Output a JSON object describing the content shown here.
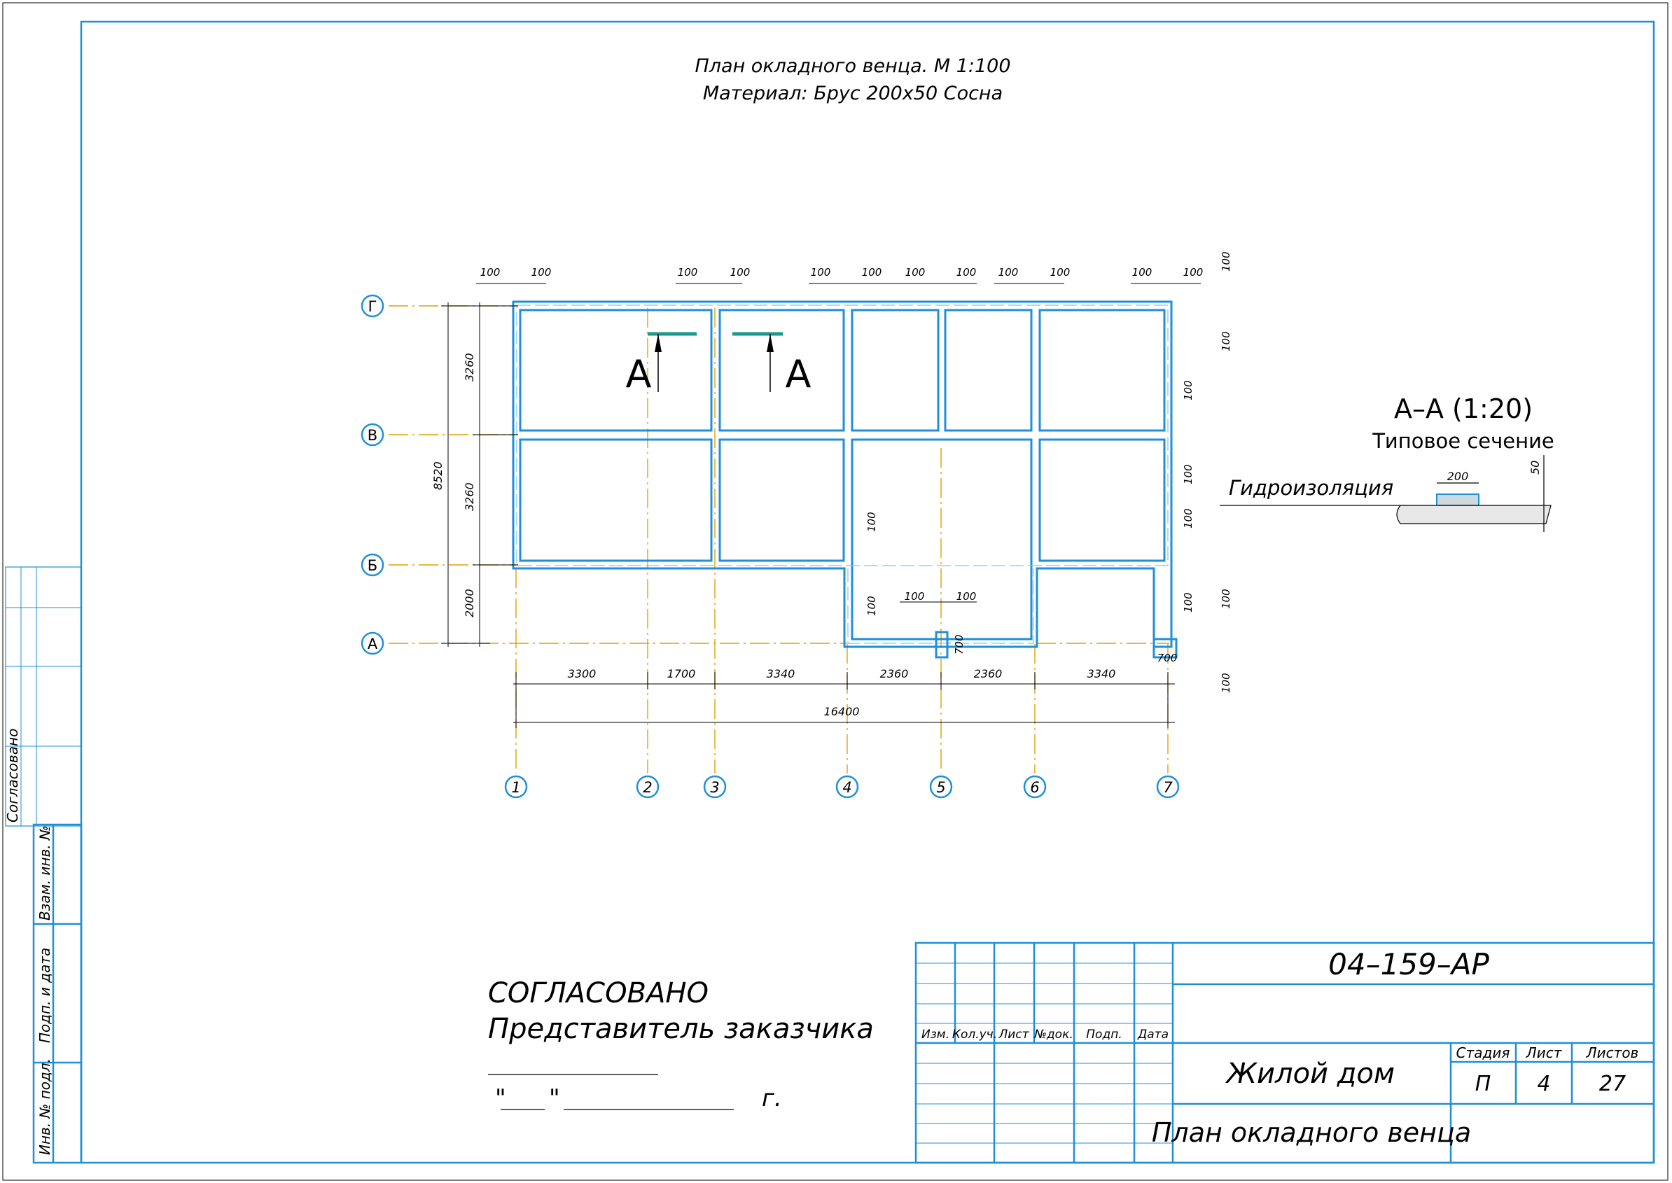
{
  "title": {
    "line1": "План окладного венца. М 1:100",
    "line2": "Материал: Брус 200х50 Сосна"
  },
  "axes": {
    "rows": [
      "Г",
      "В",
      "Б",
      "А"
    ],
    "cols": [
      "1",
      "2",
      "3",
      "4",
      "5",
      "6",
      "7"
    ]
  },
  "dims": {
    "bottom": [
      "3300",
      "1700",
      "3340",
      "2360",
      "2360",
      "3340"
    ],
    "total": "16400",
    "left": [
      "3260",
      "3260",
      "2000"
    ],
    "left_total": "8520",
    "small": "100",
    "pad": "700"
  },
  "section_mark": {
    "letter": "А"
  },
  "section": {
    "title": "А–А (1:20)",
    "subtitle": "Типовое сечение",
    "label": "Гидроизоляция",
    "width": "200",
    "height": "50"
  },
  "approval": {
    "title": "СОГЛАСОВАНО",
    "subtitle": "Представитель заказчика",
    "quote_open": "\"",
    "quote_close": "\"",
    "year_suffix": "г."
  },
  "side_stamp": {
    "agreed": "Согласовано",
    "ref_no": "Взам. инв. №",
    "sign_date": "Подп. и дата",
    "orig_no": "Инв. № подл."
  },
  "titleblock": {
    "code": "04–159–АР",
    "headers": [
      "Изм.",
      "Кол.уч.",
      "Лист",
      "№док.",
      "Подп.",
      "Дата"
    ],
    "object": "Жилой дом",
    "stage_label": "Стадия",
    "sheet_label": "Лист",
    "sheets_label": "Листов",
    "stage": "П",
    "sheet": "4",
    "sheets": "27",
    "drawing": "План окладного венца"
  },
  "colors": {
    "frame": "#1f8fd8",
    "axis": "#e0a100",
    "mark": "#1a9a8a"
  }
}
